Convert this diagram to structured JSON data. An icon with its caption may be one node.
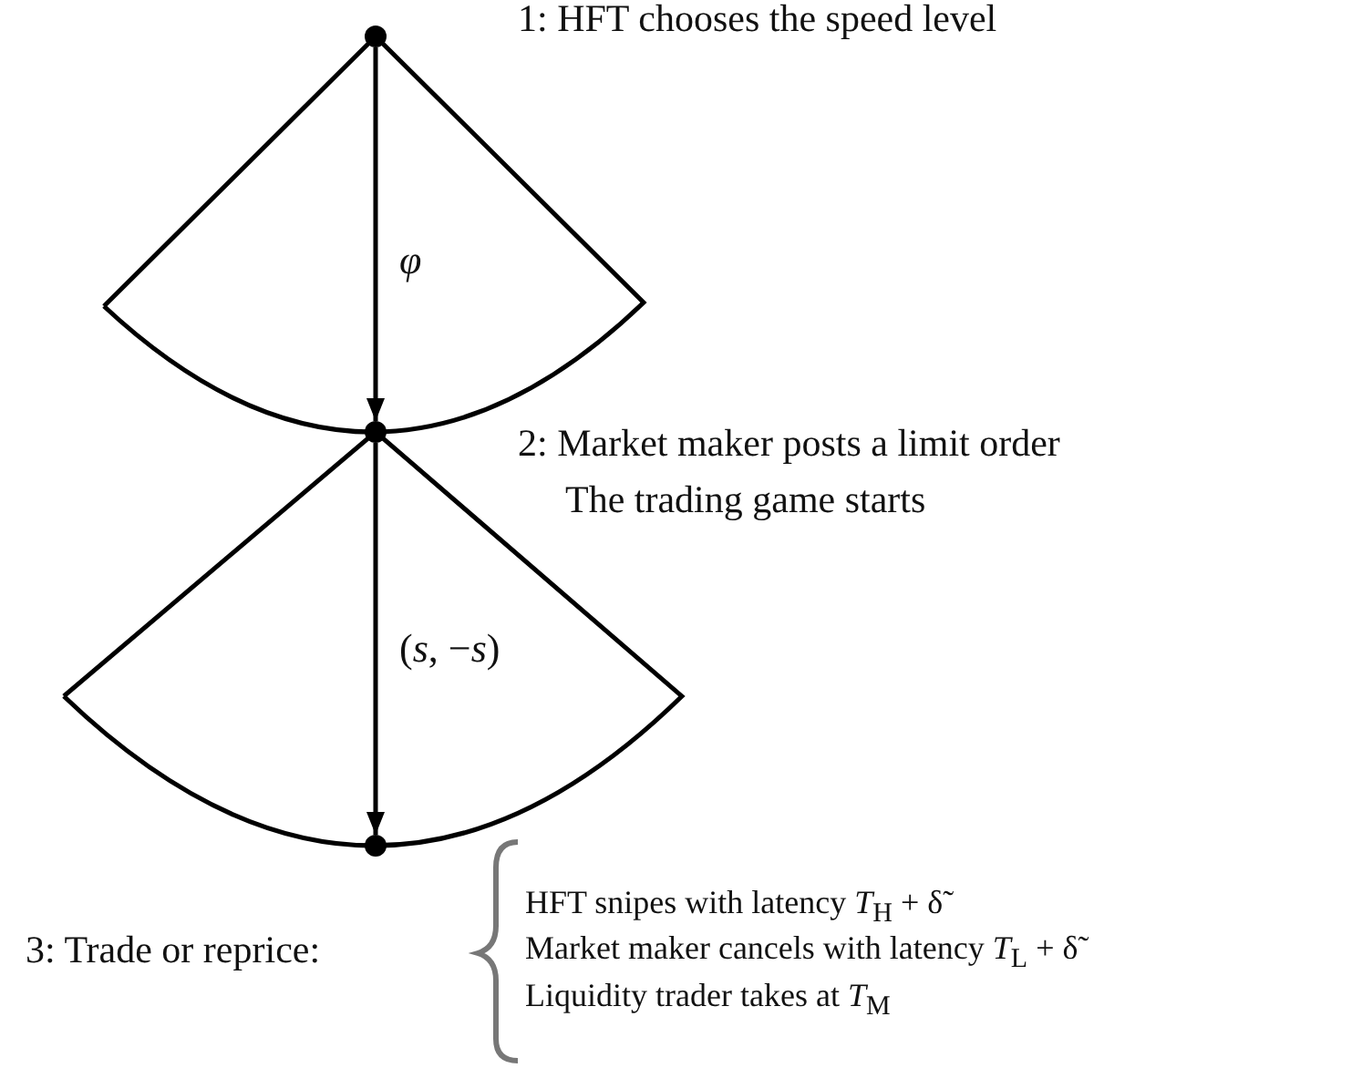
{
  "diagram": {
    "nodes": [
      {
        "text": [],
        "shape": "circle",
        "beside": [
          "1: HFT chooses the speed level"
        ]
      },
      {
        "text": [],
        "shape": "circle",
        "beside": [
          "2: Market maker posts a limit order",
          "The trading game starts"
        ]
      },
      {
        "text": [],
        "shape": "circle",
        "beside": [
          "3: Trade or reprice:"
        ]
      }
    ],
    "edges": [
      {
        "from": 0,
        "to": 1,
        "arrow": "to",
        "label": "φ"
      },
      {
        "from": 1,
        "to": 2,
        "arrow": "to",
        "label": "(*s*, −*s*)"
      }
    ],
    "labels": [
      "HFT snipes with latency *T*$_{H}$ + δ̃",
      "Market maker cancels with latency *T*$_{L}$ + δ̃",
      "Liquidity trader takes at *T*$_{M}$"
    ]
  }
}
